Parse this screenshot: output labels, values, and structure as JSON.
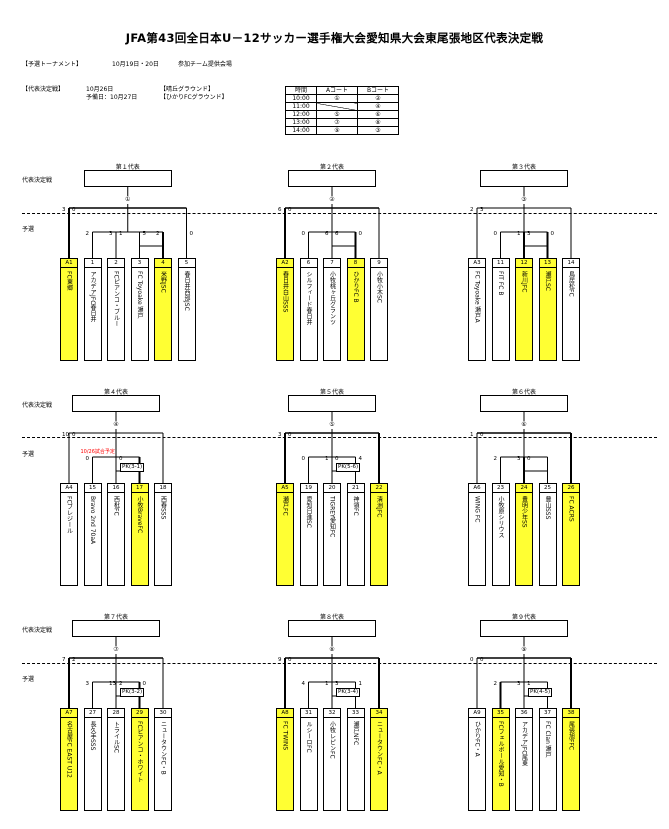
{
  "title": "JFA第43回全日本U－12サッカー選手権大会愛知県大会東尾張地区代表決定戦",
  "info": {
    "yosen_label": "【予選トーナメント】",
    "yosen_dates": "10月19日・20日",
    "yosen_venue": "参加チーム提供会場",
    "daihyo_label": "【代表決定戦】",
    "daihyo_dates": "10月26日\n予備日：10月27日",
    "daihyo_venues": "【晴丘グラウンド】\n【ひかりFCグラウンド】"
  },
  "schedule": {
    "headers": [
      "時間",
      "Aコート",
      "Bコート"
    ],
    "rows": [
      [
        "10:00",
        "①",
        "②"
      ],
      [
        "11:00",
        "",
        "④"
      ],
      [
        "12:00",
        "⑤",
        "⑥"
      ],
      [
        "13:00",
        "⑦",
        "⑧"
      ],
      [
        "14:00",
        "⑨",
        "③"
      ]
    ]
  },
  "labels": {
    "final": "代表決定戦",
    "prelim": "予選"
  },
  "groups": [
    {
      "title": "第１代表",
      "match": "①",
      "teams": [
        {
          "no": "A1",
          "name": "FC東郷",
          "win": true
        },
        {
          "no": "1",
          "name": "アカデアJFC春日井",
          "win": false
        },
        {
          "no": "2",
          "name": "FCピアンコ・ブルー",
          "win": false
        },
        {
          "no": "3",
          "name": "FC Toyoake 瀬戸",
          "win": false
        },
        {
          "no": "4",
          "name": "米野JSC",
          "win": true
        },
        {
          "no": "5",
          "name": "春日井西部JSC",
          "win": false
        }
      ],
      "scores": [
        "3",
        "0",
        "2",
        "1",
        "3",
        "5",
        "2",
        "0"
      ]
    },
    {
      "title": "第２代表",
      "match": "②",
      "teams": [
        {
          "no": "A2",
          "name": "春日井白山SSS",
          "win": true
        },
        {
          "no": "6",
          "name": "シルフィード春日井",
          "win": false
        },
        {
          "no": "7",
          "name": "小牧桃ヶ丘グランツ",
          "win": false
        },
        {
          "no": "8",
          "name": "ひかりFC B",
          "win": true
        },
        {
          "no": "9",
          "name": "小牧小木SC",
          "win": false
        }
      ],
      "scores": [
        "6",
        "0",
        "0",
        "6",
        "6",
        "0"
      ]
    },
    {
      "title": "第３代表",
      "match": "③",
      "teams": [
        {
          "no": "A3",
          "name": "FC Toyoake 瀬戸A",
          "win": false
        },
        {
          "no": "11",
          "name": "FIT FC B",
          "win": false
        },
        {
          "no": "12",
          "name": "新川JFC",
          "win": true
        },
        {
          "no": "13",
          "name": "瀬戸SC",
          "win": true
        },
        {
          "no": "14",
          "name": "鳥居松FC",
          "win": false
        }
      ],
      "scores": [
        "2",
        "3",
        "0",
        "3",
        "1",
        "0"
      ]
    },
    {
      "title": "第４代表",
      "match": "④",
      "teams": [
        {
          "no": "A4",
          "name": "FCブレジール",
          "win": false
        },
        {
          "no": "15",
          "name": "Bravo 2nd 70aA",
          "win": false
        },
        {
          "no": "16",
          "name": "西枇FC",
          "win": false
        },
        {
          "no": "17",
          "name": "小牧BraveFC",
          "win": true
        },
        {
          "no": "18",
          "name": "西春SSS",
          "win": false
        }
      ],
      "scores": [
        "10",
        "0",
        "0",
        "0"
      ],
      "pk": "PK(3-1)",
      "note": "10/26試合予定"
    },
    {
      "title": "第５代表",
      "match": "⑤",
      "teams": [
        {
          "no": "A5",
          "name": "瀬戸FC",
          "win": true
        },
        {
          "no": "19",
          "name": "愛知日進SC",
          "win": false
        },
        {
          "no": "20",
          "name": "TIGREY愛知FC",
          "win": false
        },
        {
          "no": "21",
          "name": "神領FC",
          "win": false
        },
        {
          "no": "22",
          "name": "清洲JFC",
          "win": true
        }
      ],
      "scores": [
        "3",
        "0",
        "0",
        "0",
        "1",
        "4"
      ],
      "pk": "PK(5-6)"
    },
    {
      "title": "第６代表",
      "match": "⑥",
      "teams": [
        {
          "no": "A6",
          "name": "WING FC",
          "win": false
        },
        {
          "no": "23",
          "name": "小牧原シリウス",
          "win": false
        },
        {
          "no": "24",
          "name": "豊明少年SS",
          "win": true
        },
        {
          "no": "25",
          "name": "豊山SSS",
          "win": false
        },
        {
          "no": "26",
          "name": "FC ACRS",
          "win": true
        }
      ],
      "scores": [
        "1",
        "0",
        "2",
        "0",
        "3"
      ]
    },
    {
      "title": "第７代表",
      "match": "⑦",
      "teams": [
        {
          "no": "A7",
          "name": "名古屋FC EAST U12",
          "win": true
        },
        {
          "no": "27",
          "name": "長久手SSS",
          "win": false
        },
        {
          "no": "28",
          "name": "トライルSC",
          "win": false
        },
        {
          "no": "29",
          "name": "FCピアンコ・ホワイト",
          "win": true
        },
        {
          "no": "30",
          "name": "ニュータウンFC・B",
          "win": false
        }
      ],
      "scores": [
        "7",
        "2",
        "3",
        "2",
        "13",
        "0"
      ],
      "pk": "PK(3-2)"
    },
    {
      "title": "第８代表",
      "match": "⑧",
      "teams": [
        {
          "no": "A8",
          "name": "FC TWINS",
          "win": true
        },
        {
          "no": "31",
          "name": "ルシーロFC",
          "win": false
        },
        {
          "no": "32",
          "name": "小牧レピンFC",
          "win": false
        },
        {
          "no": "33",
          "name": "瀬戸NFC",
          "win": false
        },
        {
          "no": "34",
          "name": "ニュータウンFC・A",
          "win": true
        }
      ],
      "scores": [
        "9",
        "0",
        "4",
        "3",
        "1",
        "1"
      ],
      "pk": "PK(3-4)"
    },
    {
      "title": "第９代表",
      "match": "⑨",
      "teams": [
        {
          "no": "A9",
          "name": "ひかりFC・A",
          "win": false
        },
        {
          "no": "35",
          "name": "FCフェルボール愛知・B",
          "win": true
        },
        {
          "no": "36",
          "name": "アカデアJFC尾東",
          "win": false
        },
        {
          "no": "37",
          "name": "FC Clan 瀬戸",
          "win": false
        },
        {
          "no": "38",
          "name": "尾張旭FFC",
          "win": true
        }
      ],
      "scores": [
        "0",
        "0",
        "2",
        "1",
        "3"
      ],
      "pk": "PK(4-5)"
    }
  ]
}
